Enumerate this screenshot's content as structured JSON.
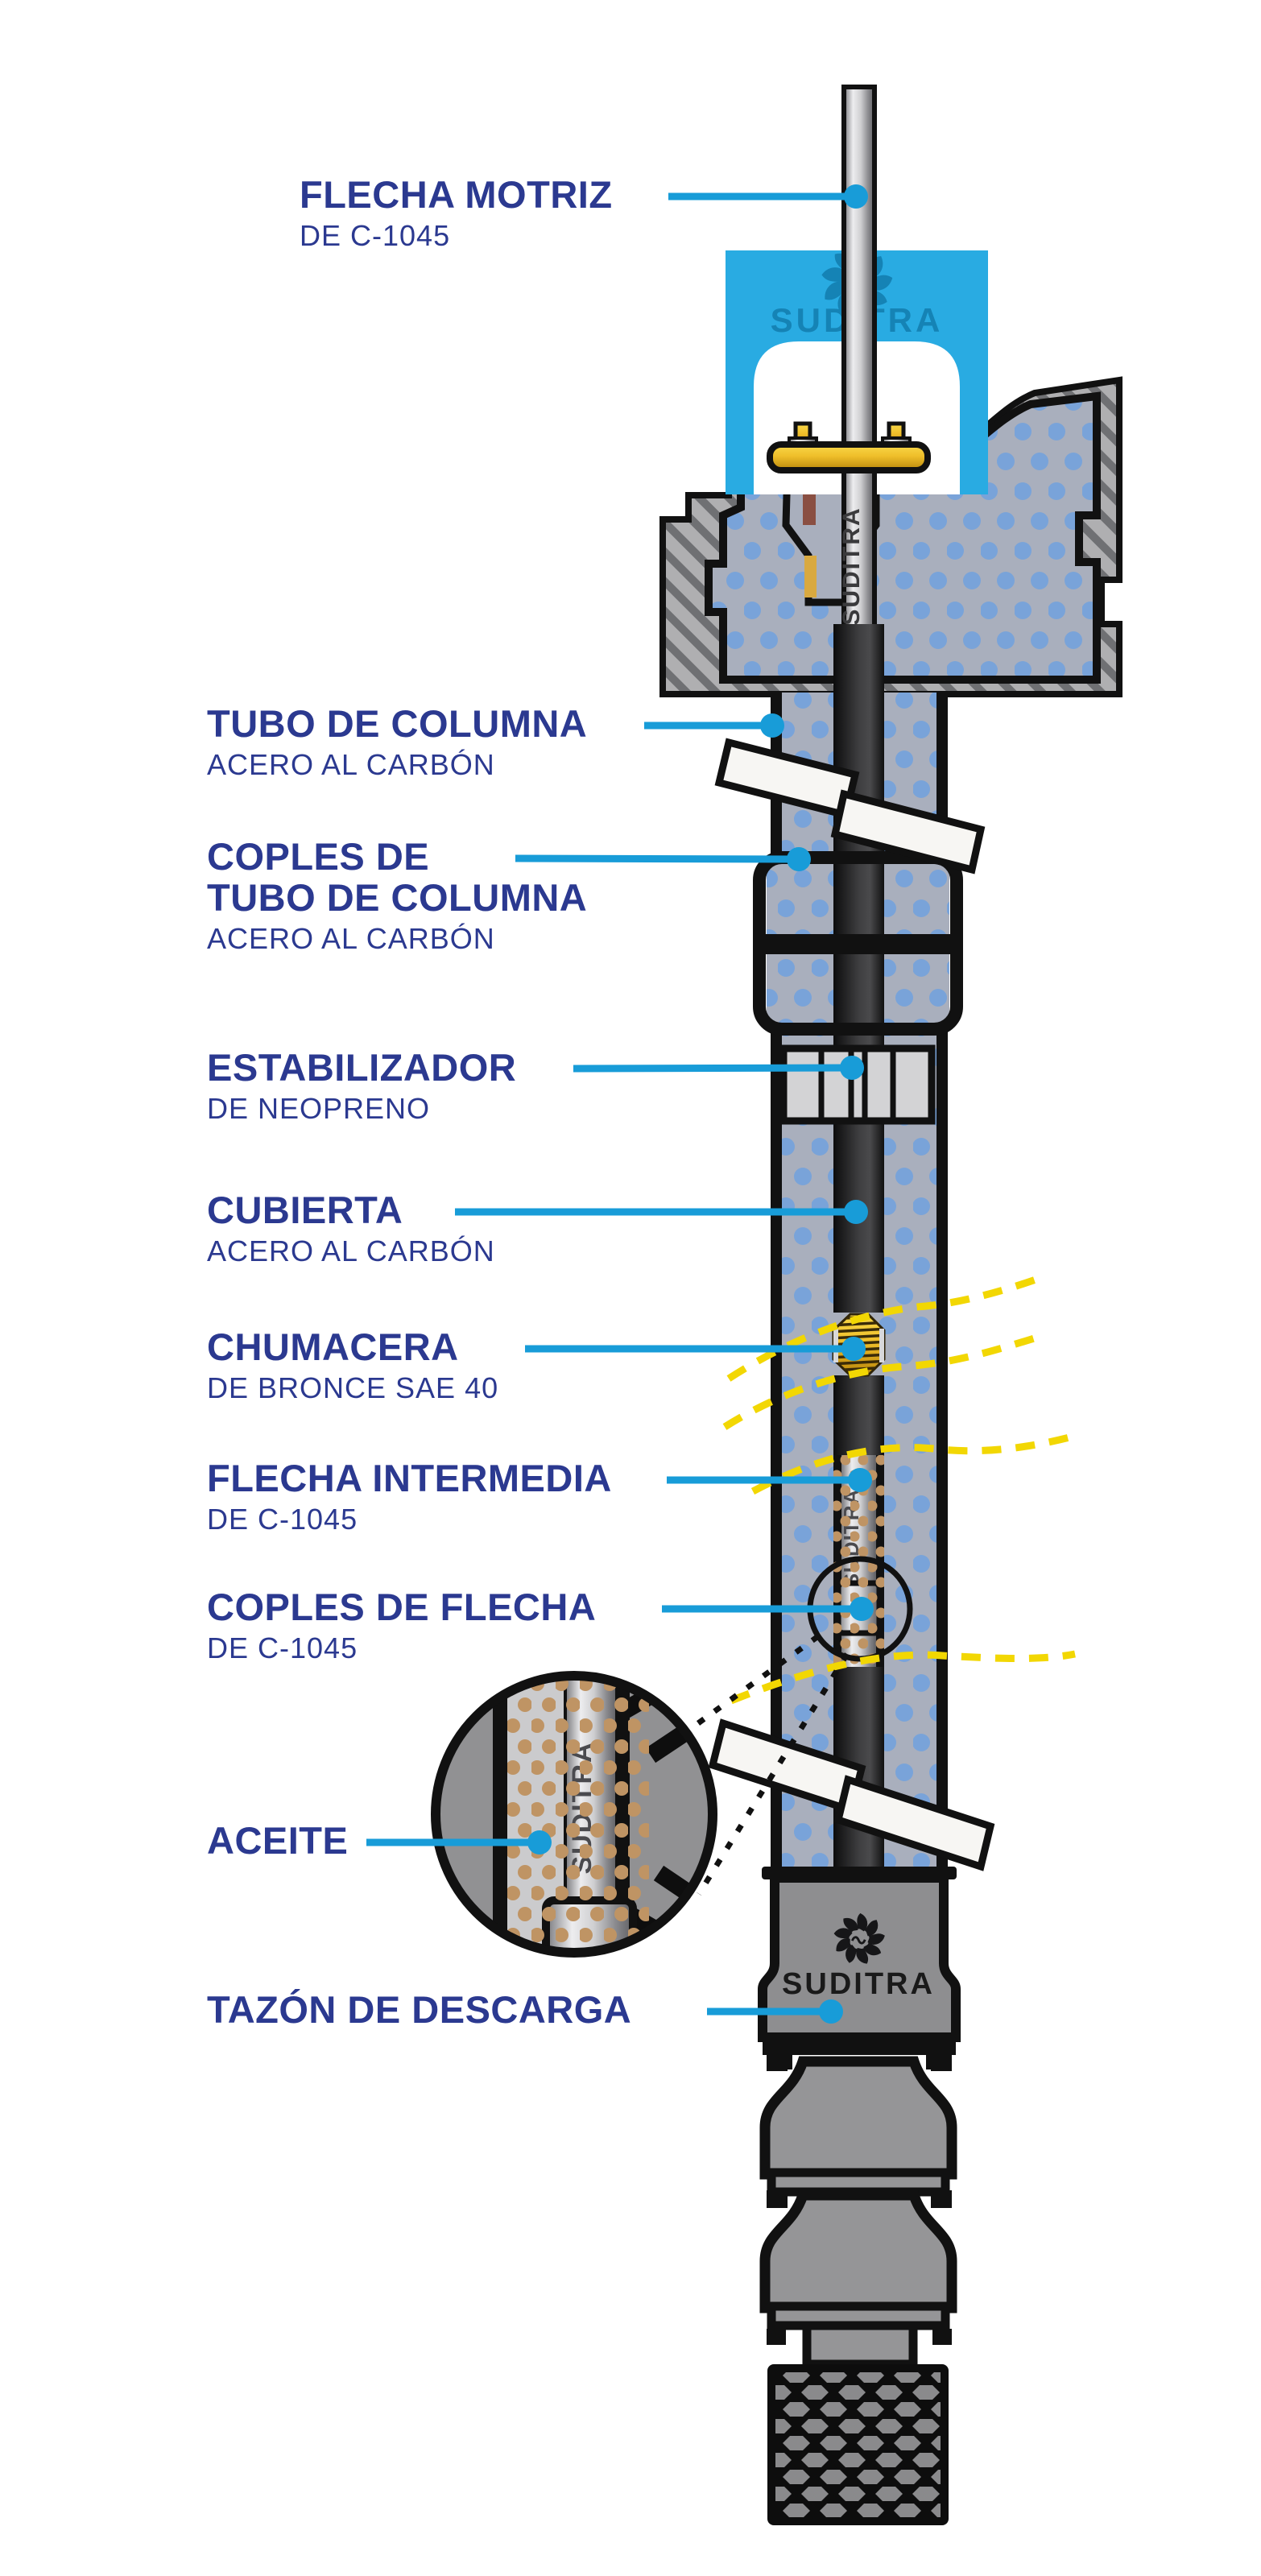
{
  "brand": {
    "name": "SUDITRA"
  },
  "labels": [
    {
      "id": "flecha-motriz",
      "title": "FLECHA MOTRIZ",
      "subtitle": "DE C-1045"
    },
    {
      "id": "tubo-de-columna",
      "title": "TUBO DE COLUMNA",
      "subtitle": "ACERO AL CARBÓN"
    },
    {
      "id": "coples-tubo",
      "title": "COPLES DE",
      "title2": "TUBO DE COLUMNA",
      "subtitle": "ACERO AL CARBÓN"
    },
    {
      "id": "estabilizador",
      "title": "ESTABILIZADOR",
      "subtitle": "DE NEOPRENO"
    },
    {
      "id": "cubierta",
      "title": "CUBIERTA",
      "subtitle": "ACERO AL CARBÓN"
    },
    {
      "id": "chumacera",
      "title": "CHUMACERA",
      "subtitle": "DE BRONCE SAE 40"
    },
    {
      "id": "flecha-intermedia",
      "title": "FLECHA INTERMEDIA",
      "subtitle": "DE C-1045"
    },
    {
      "id": "coples-de-flecha",
      "title": "COPLES DE FLECHA",
      "subtitle": "DE C-1045"
    },
    {
      "id": "aceite",
      "title": "ACEITE"
    },
    {
      "id": "tazon-de-descarga",
      "title": "TAZÓN DE DESCARGA"
    }
  ],
  "colors": {
    "label_navy": "#2B3990",
    "leader_blue": "#189CD8",
    "bracket_blue": "#29ABE2",
    "bracket_logo_blue": "#1583B5",
    "water_dot_blue": "#79A3D9",
    "hatch_gray": "#AFAFB1",
    "gold": "#EFBE2A",
    "oil_tan": "#BF9464",
    "dash_yellow": "#F2D703",
    "bowl_gray": "#8E8E90"
  }
}
